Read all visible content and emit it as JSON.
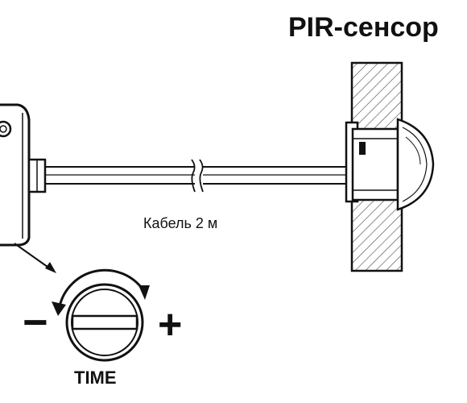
{
  "diagram": {
    "title": "PIR-сенсор",
    "cable_label": "Кабель 2 м",
    "time_label": "TIME",
    "minus_symbol": "−",
    "plus_symbol": "+"
  }
}
